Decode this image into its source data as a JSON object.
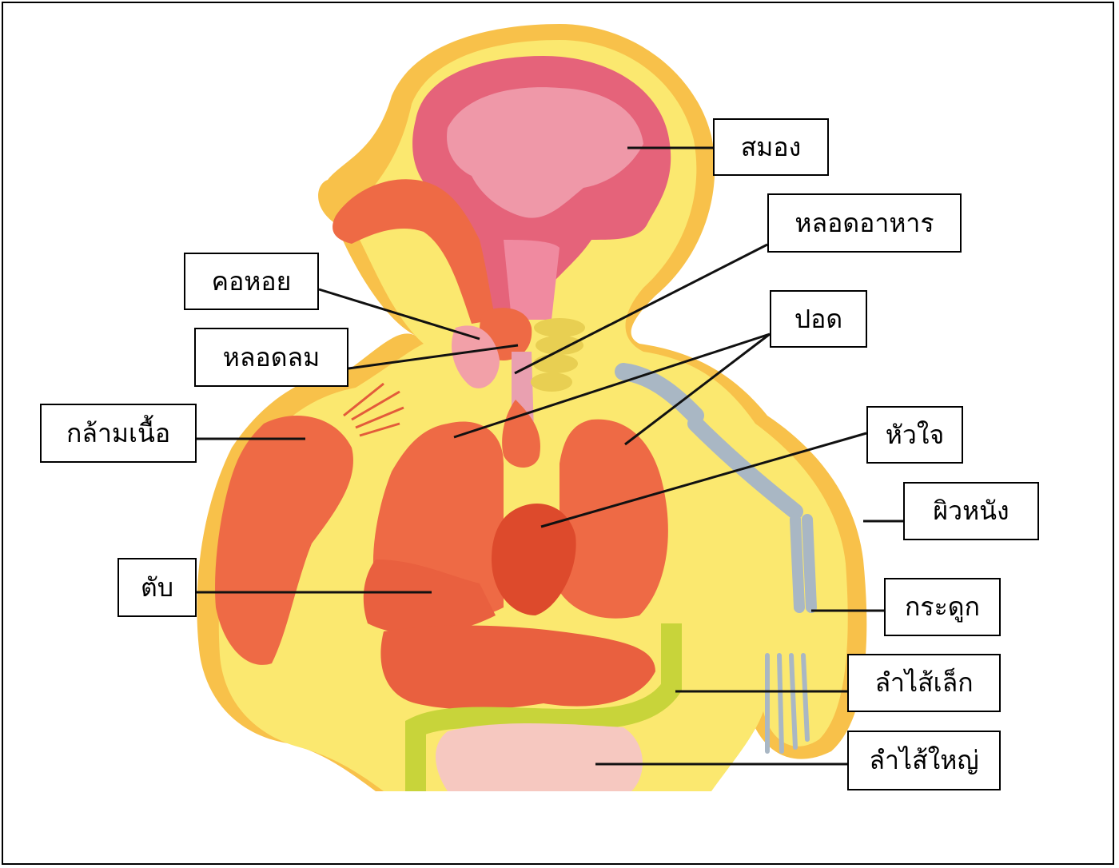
{
  "labels": {
    "brain": "สมอง",
    "esophagus": "หลอดอาหาร",
    "throat": "คอหอย",
    "lungs": "ปอด",
    "trachea": "หลอดลม",
    "muscle": "กล้ามเนื้อ",
    "heart": "หัวใจ",
    "skin": "ผิวหนัง",
    "liver": "ตับ",
    "bone": "กระดูก",
    "small_intestine": "ลำไส้เล็ก",
    "large_intestine": "ลำไส้ใหญ่"
  },
  "colors": {
    "skin": "#fbe56e",
    "skin_edge": "#f7b93a",
    "organ": "#ee6a45",
    "organ_dark": "#dd4a2c",
    "brain": "#e5637a",
    "brain_light": "#ef98a8",
    "intestine_large": "#c8d43a",
    "intestine_small": "#f6c8c0",
    "bone": "#a9b7c4"
  }
}
